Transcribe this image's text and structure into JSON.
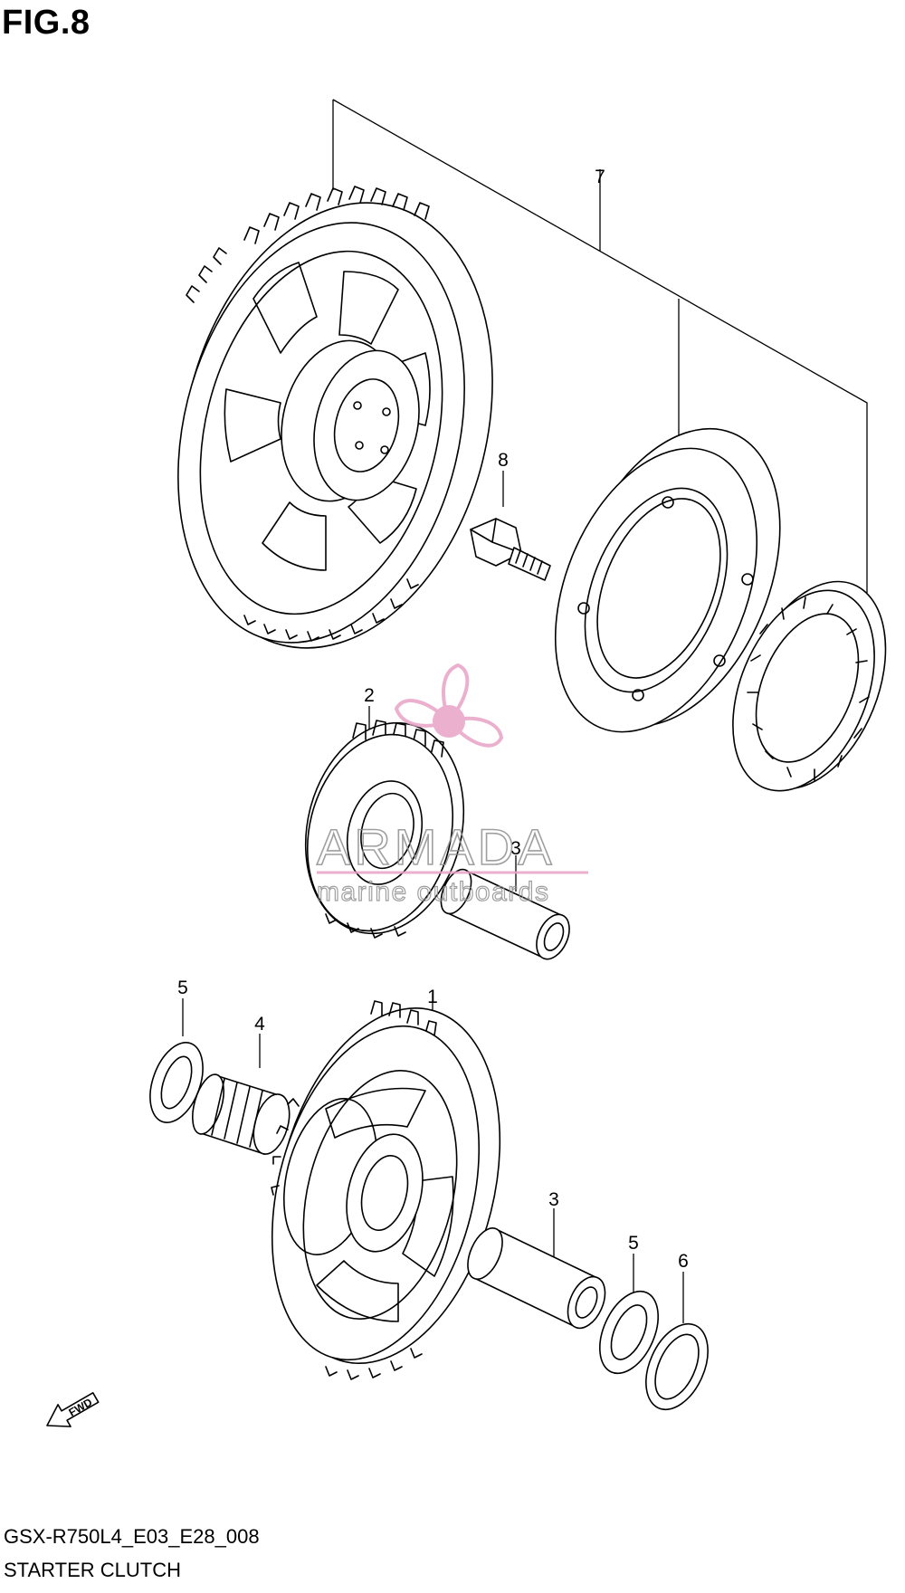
{
  "figure": {
    "title": "FIG.8",
    "model_code": "GSX-R750L4_E03_E28_008",
    "section_name": "STARTER CLUTCH"
  },
  "watermark": {
    "brand": "ARMADA",
    "tagline": "marine outboards",
    "color": "#e8a3c6"
  },
  "callouts": {
    "c1": "1",
    "c2": "2",
    "c3a": "3",
    "c3b": "3",
    "c4": "4",
    "c5a": "5",
    "c5b": "5",
    "c6": "6",
    "c7": "7",
    "c8": "8"
  },
  "fwd_marker": {
    "label": "FWD"
  }
}
